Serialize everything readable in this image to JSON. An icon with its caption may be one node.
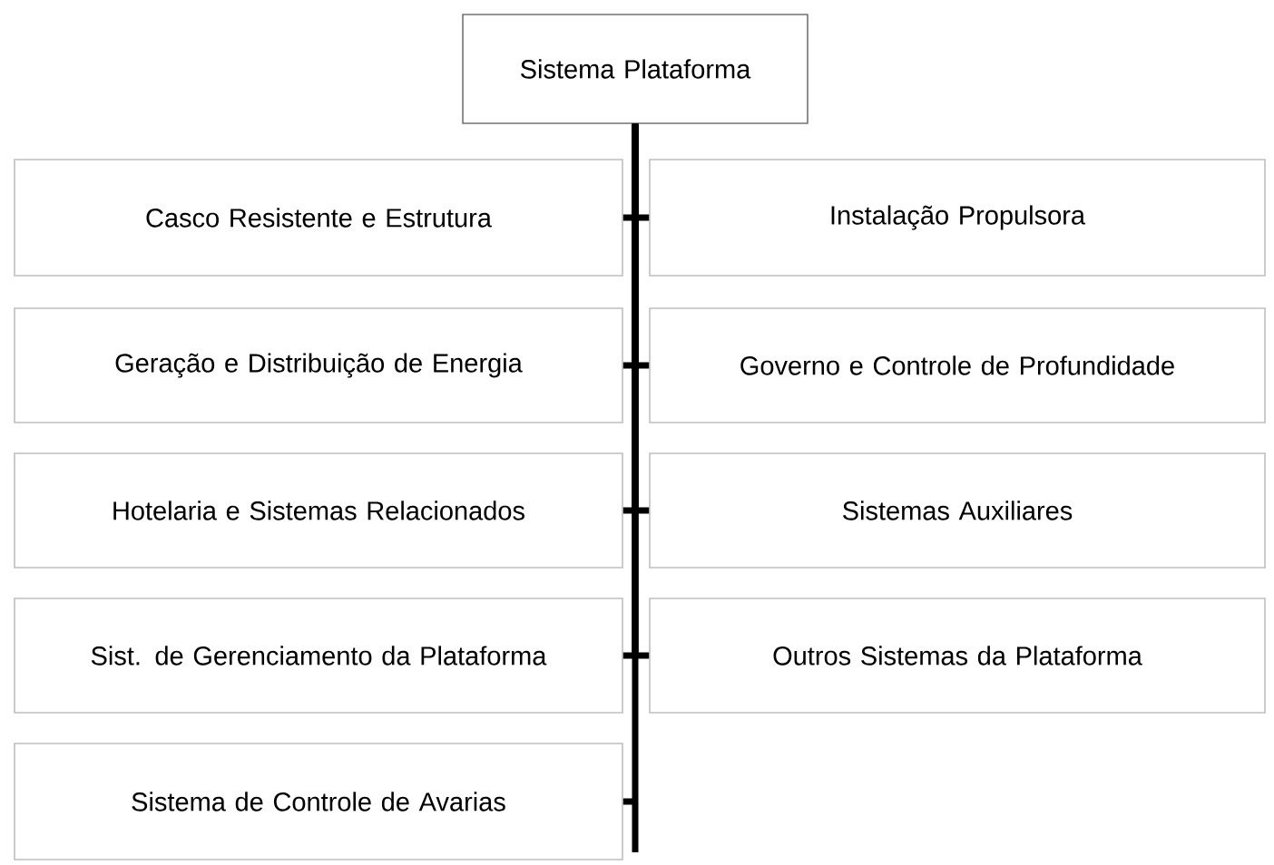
{
  "diagram": {
    "nodes": [
      {
        "text": [
          "Sistema Plataforma"
        ]
      },
      {
        "text": [
          "Casco Resistente e Estrutura"
        ]
      },
      {
        "text": [
          "Instalação  Propulsora"
        ]
      },
      {
        "text": [
          "Geração e Distribuição de Energia"
        ]
      },
      {
        "text": [
          "Governo e Controle de Profundidade"
        ]
      },
      {
        "text": [
          "Hotelaria e Sistemas Relacionados"
        ]
      },
      {
        "text": [
          "Sistemas Auxiliares"
        ]
      },
      {
        "text": [
          "Sist. de Gerenciamento da Plataforma"
        ]
      },
      {
        "text": [
          "Outros Sistemas da Plataforma"
        ]
      },
      {
        "text": [
          "Sistema de Controle de Avarias"
        ]
      }
    ],
    "edges": [
      {
        "from": 0,
        "to": 1,
        "arrow": "none"
      },
      {
        "from": 0,
        "to": 2,
        "arrow": "none"
      },
      {
        "from": 0,
        "to": 3,
        "arrow": "none"
      },
      {
        "from": 0,
        "to": 4,
        "arrow": "none"
      },
      {
        "from": 0,
        "to": 5,
        "arrow": "none"
      },
      {
        "from": 0,
        "to": 6,
        "arrow": "none"
      },
      {
        "from": 0,
        "to": 7,
        "arrow": "none"
      },
      {
        "from": 0,
        "to": 8,
        "arrow": "none"
      },
      {
        "from": 0,
        "to": 9,
        "arrow": "none"
      }
    ]
  }
}
